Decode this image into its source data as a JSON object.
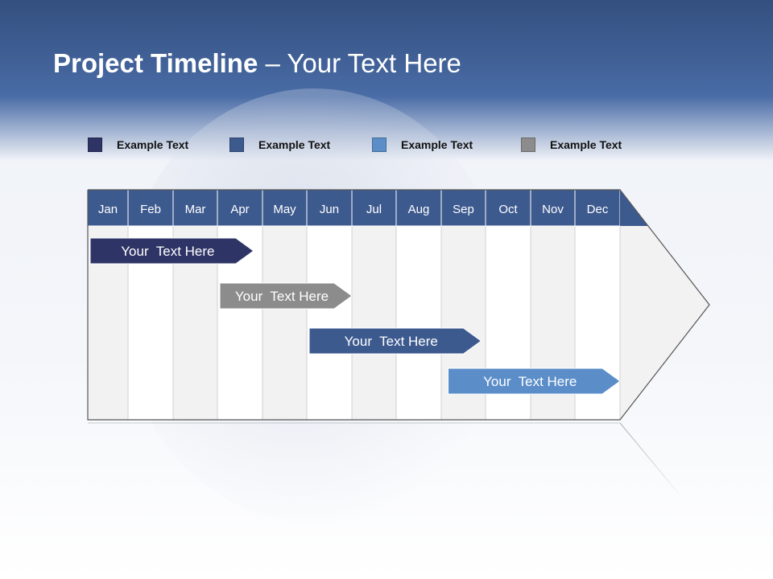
{
  "title": {
    "bold": "Project Timeline",
    "rest": " – Your Text Here"
  },
  "legend": [
    {
      "label": "Example Text",
      "color": "#2e3566"
    },
    {
      "label": "Example Text",
      "color": "#3d5a8f"
    },
    {
      "label": "Example Text",
      "color": "#5b8ec9"
    },
    {
      "label": "Example Text",
      "color": "#8c8c8c"
    }
  ],
  "months": [
    "Jan",
    "Feb",
    "Mar",
    "Apr",
    "May",
    "Jun",
    "Jul",
    "Aug",
    "Sep",
    "Oct",
    "Nov",
    "Dec"
  ],
  "tasks": [
    {
      "label": "Your  Text Here",
      "start_month": 0,
      "end_month": 3.8,
      "color": "#2e3566"
    },
    {
      "label": "Your  Text Here",
      "start_month": 3.0,
      "end_month": 6.0,
      "color": "#8c8c8c"
    },
    {
      "label": "Your  Text Here",
      "start_month": 5.0,
      "end_month": 8.9,
      "color": "#3d5a8f"
    },
    {
      "label": "Your  Text Here",
      "start_month": 8.1,
      "end_month": 12.0,
      "color": "#5b8ec9"
    }
  ],
  "colors": {
    "header_blue": "#3d5a8f",
    "column_shade": "#f2f2f2",
    "column_white": "#ffffff"
  }
}
